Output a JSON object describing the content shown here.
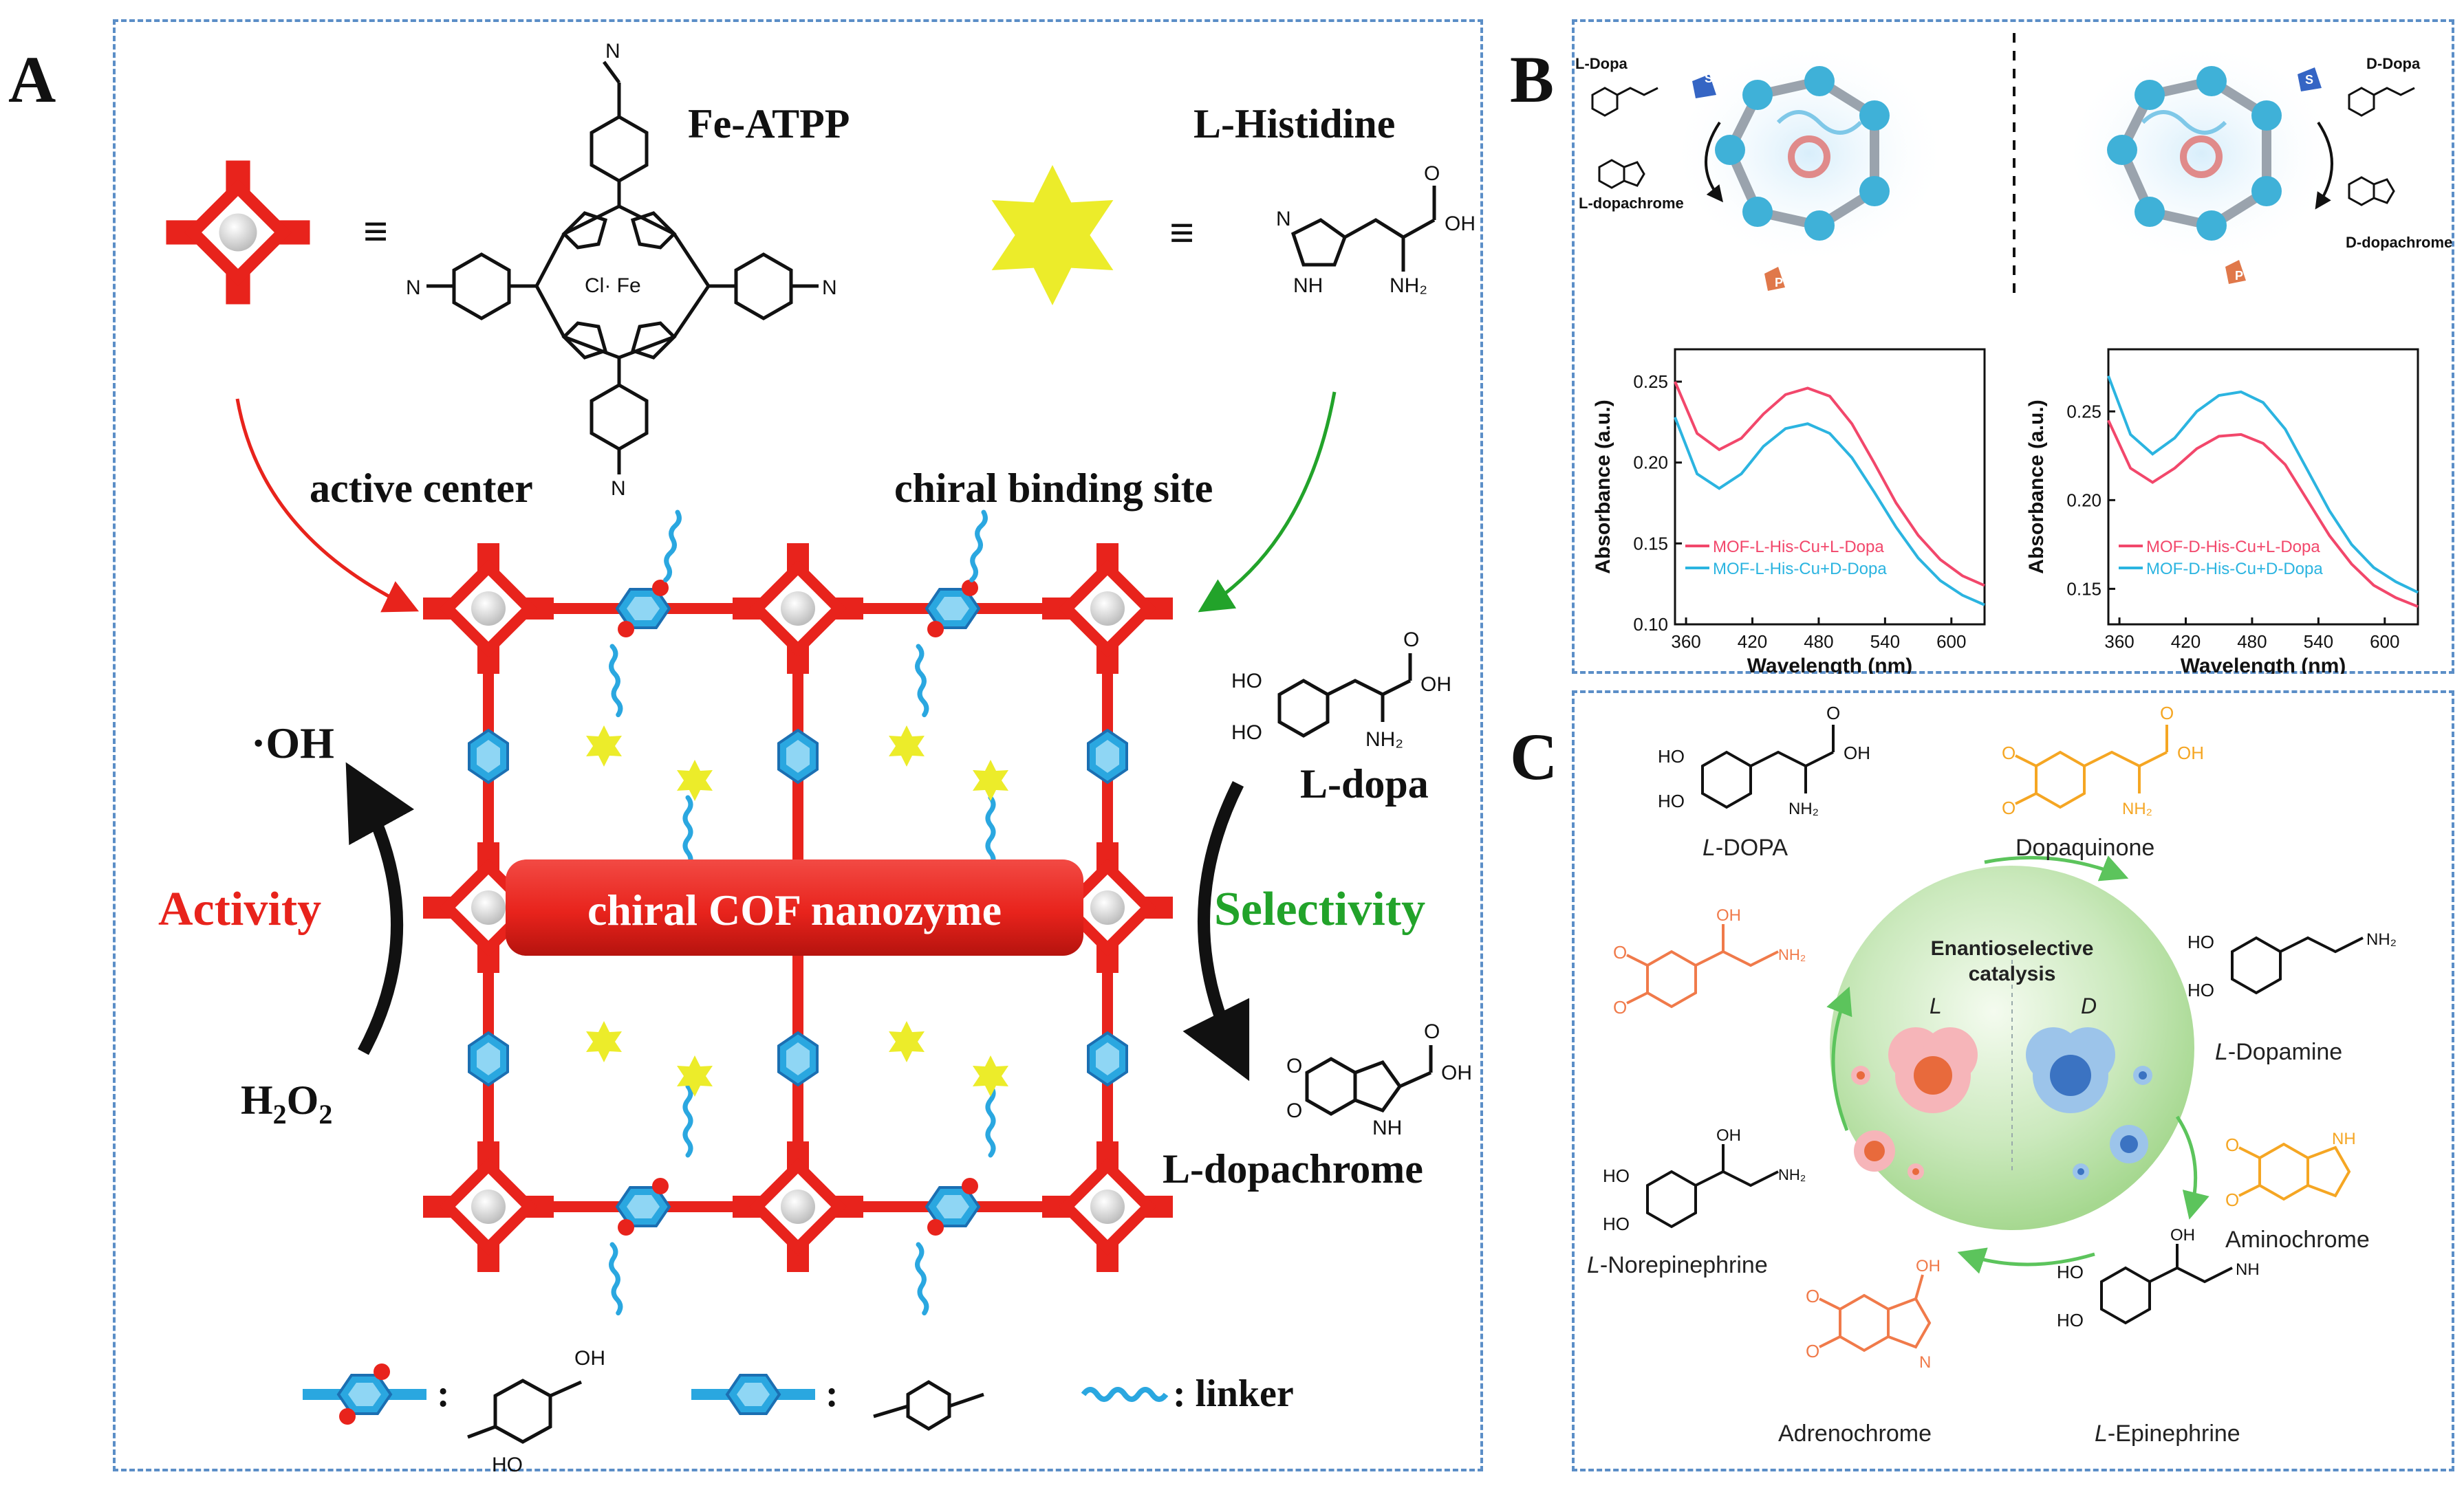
{
  "panelA": {
    "letter": "A",
    "fe_atpp": "Fe-ATPP",
    "l_histidine": "L-Histidine",
    "cl_fe": "Cl· Fe",
    "active_center": "active center",
    "chiral_binding_site": "chiral binding site",
    "oh_radical": "·OH",
    "h2o2": "H",
    "h2o2_sub1": "2",
    "h2o2_o": "O",
    "h2o2_sub2": "2",
    "activity": "Activity",
    "selectivity": "Selectivity",
    "cof_label": "chiral COF nanozyme",
    "l_dopa": "L-dopa",
    "l_dopachrome": "L-dopachrome",
    "legend_oh_top": "OH",
    "legend_ho_bottom": "HO",
    "legend_linker": ": linker",
    "legend_colon": ":",
    "equiv": "≡",
    "colors": {
      "red": "#e8231c",
      "blue": "#2aa7e0",
      "yellow": "#ecec2a",
      "green": "#22a32a",
      "black": "#111111"
    }
  },
  "panelB": {
    "letter": "B",
    "l_dopa": "L-Dopa",
    "d_dopa": "D-Dopa",
    "l_dopachrome": "L-dopachrome",
    "d_dopachrome": "D-dopachrome",
    "p_label": "P",
    "s_label": "S",
    "chart_data": [
      {
        "type": "line",
        "xlabel": "Wavelength (nm)",
        "ylabel": "Absorbance (a.u.)",
        "xlim": [
          350,
          630
        ],
        "ylim": [
          0.1,
          0.27
        ],
        "xticks": [
          360,
          420,
          480,
          540,
          600
        ],
        "yticks": [
          0.1,
          0.15,
          0.2,
          0.25
        ],
        "x": [
          350,
          370,
          390,
          410,
          430,
          450,
          470,
          490,
          510,
          530,
          550,
          570,
          590,
          610,
          630
        ],
        "series": [
          {
            "name": "MOF-L-His-Cu+L-Dopa",
            "color": "#f2476b",
            "values": [
              0.25,
              0.218,
              0.208,
              0.215,
              0.23,
              0.242,
              0.246,
              0.241,
              0.224,
              0.2,
              0.175,
              0.155,
              0.14,
              0.13,
              0.124
            ]
          },
          {
            "name": "MOF-L-His-Cu+D-Dopa",
            "color": "#2bb4e0",
            "values": [
              0.228,
              0.193,
              0.184,
              0.193,
              0.21,
              0.221,
              0.224,
              0.218,
              0.203,
              0.182,
              0.16,
              0.141,
              0.127,
              0.118,
              0.112
            ]
          }
        ],
        "legend": "inside-lower-left"
      },
      {
        "type": "line",
        "xlabel": "Wavelength (nm)",
        "ylabel": "Absorbance (a.u.)",
        "xlim": [
          350,
          630
        ],
        "ylim": [
          0.13,
          0.285
        ],
        "xticks": [
          360,
          420,
          480,
          540,
          600
        ],
        "yticks": [
          0.15,
          0.2,
          0.25
        ],
        "x": [
          350,
          370,
          390,
          410,
          430,
          450,
          470,
          490,
          510,
          530,
          550,
          570,
          590,
          610,
          630
        ],
        "series": [
          {
            "name": "MOF-D-His-Cu+L-Dopa",
            "color": "#f2476b",
            "values": [
              0.245,
              0.218,
              0.21,
              0.218,
              0.229,
              0.236,
              0.237,
              0.232,
              0.22,
              0.2,
              0.18,
              0.164,
              0.152,
              0.145,
              0.14
            ]
          },
          {
            "name": "MOF-D-His-Cu+D-Dopa",
            "color": "#2bb4e0",
            "values": [
              0.27,
              0.237,
              0.226,
              0.235,
              0.25,
              0.259,
              0.261,
              0.255,
              0.24,
              0.217,
              0.194,
              0.175,
              0.162,
              0.154,
              0.148
            ]
          }
        ],
        "legend": "inside-lower-left"
      }
    ]
  },
  "panelC": {
    "letter": "C",
    "center_title_1": "Enantioselective",
    "center_title_2": "catalysis",
    "l": "L",
    "d": "D",
    "l_dopa_italic": "L",
    "l_dopa_rest": "-DOPA",
    "dopaquinone": "Dopaquinone",
    "l_dopamine_italic": "L",
    "l_dopamine_rest": "-Dopamine",
    "aminochrome": "Aminochrome",
    "l_epinephrine_italic": "L",
    "l_epinephrine_rest": "-Epinephrine",
    "adrenochrome": "Adrenochrome",
    "l_norepinephrine_italic": "L",
    "l_norepinephrine_rest": "-Norepinephrine",
    "oh": "OH",
    "ho": "HO",
    "nh2": "NH₂",
    "nh": "NH",
    "o": "O",
    "n": "N",
    "colors": {
      "orange_product": "#f07a4a",
      "amber_product": "#f5a623",
      "green_arrow": "#5cc45c"
    }
  }
}
